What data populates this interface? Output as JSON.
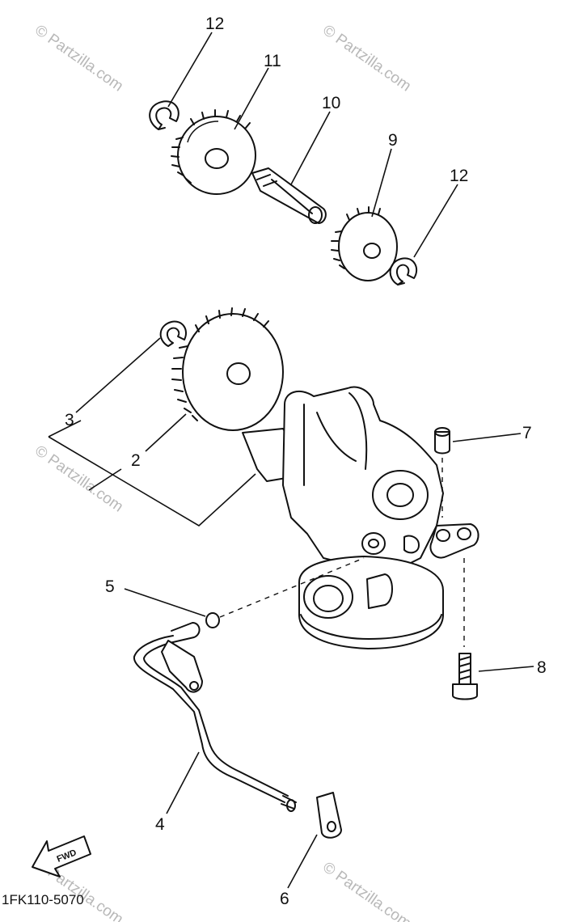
{
  "watermark": "© Partzilla.com",
  "diagram_code": "1FK110-5070",
  "fwd_label": "FWD",
  "callouts": {
    "c2": "2",
    "c3": "3",
    "c4": "4",
    "c5": "5",
    "c6": "6",
    "c7": "7",
    "c8": "8",
    "c9": "9",
    "c10": "10",
    "c11": "11",
    "c12a": "12",
    "c12b": "12"
  }
}
